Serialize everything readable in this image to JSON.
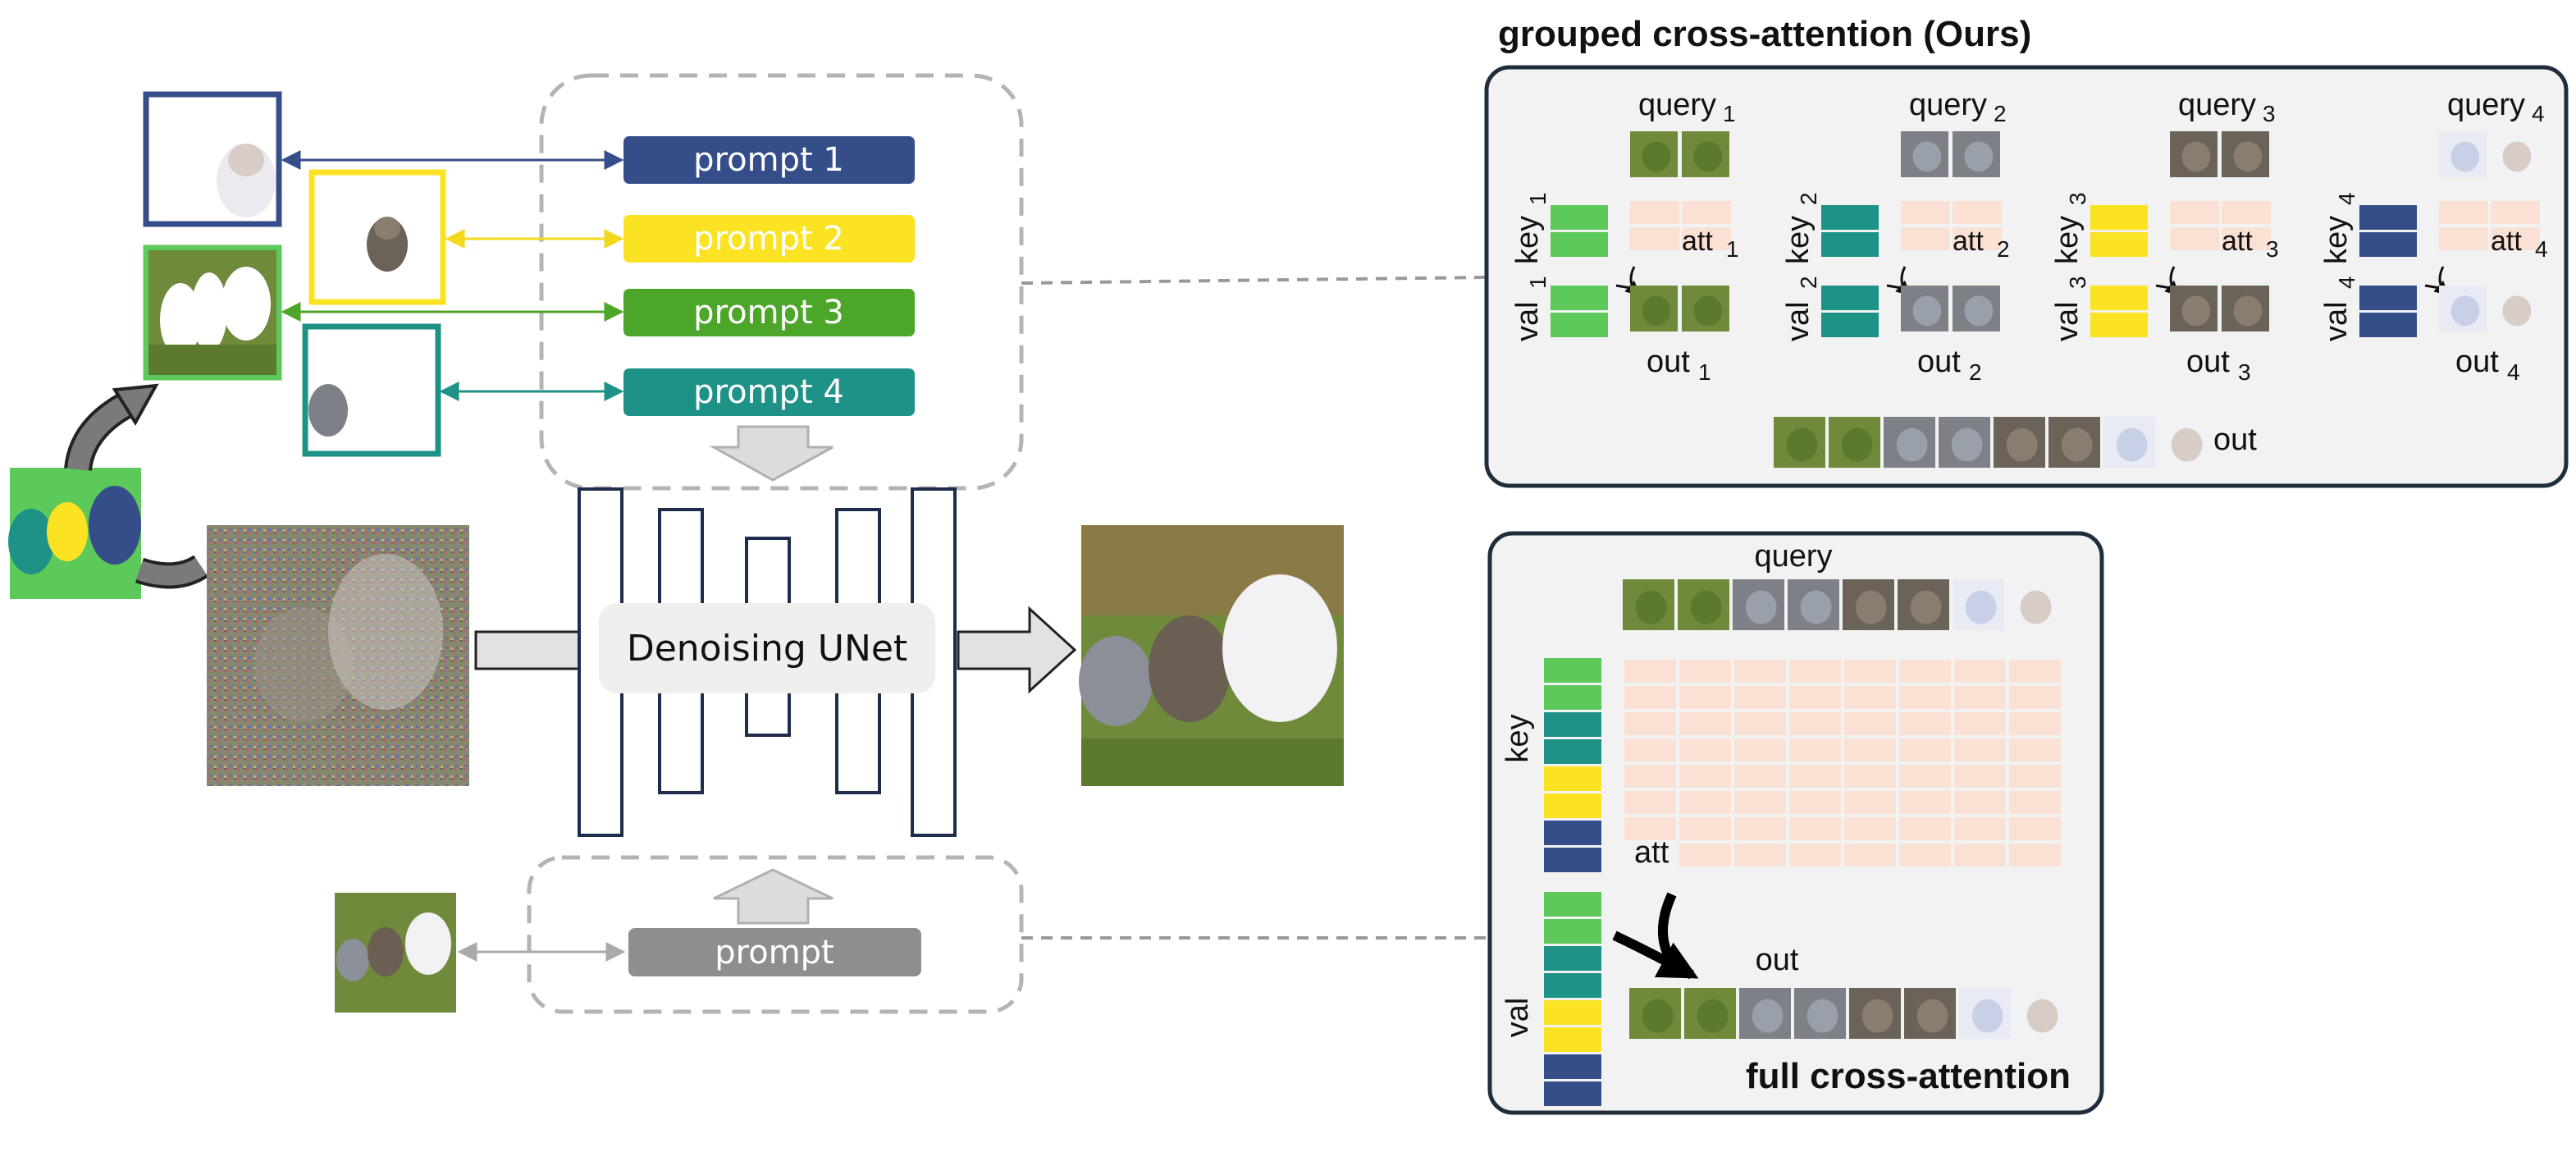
{
  "prompts": [
    {
      "label": "prompt 1",
      "color": "#354e8a"
    },
    {
      "label": "prompt 2",
      "color": "#fbe324"
    },
    {
      "label": "prompt 3",
      "color": "#4ca629"
    },
    {
      "label": "prompt 4",
      "color": "#1f9288"
    }
  ],
  "global_prompt": {
    "label": "prompt",
    "color": "#8e8e8e"
  },
  "unet": {
    "label": "Denoising UNet"
  },
  "grouped": {
    "title": "grouped cross-attention (Ours)",
    "groups": [
      {
        "query": "query",
        "key": "key",
        "val": "val",
        "att": "att",
        "out": "out",
        "sub": "1",
        "color": "#5cc95a"
      },
      {
        "query": "query",
        "key": "key",
        "val": "val",
        "att": "att",
        "out": "out",
        "sub": "2",
        "color": "#1f9288"
      },
      {
        "query": "query",
        "key": "key",
        "val": "val",
        "att": "att",
        "out": "out",
        "sub": "3",
        "color": "#fbe324"
      },
      {
        "query": "query",
        "key": "key",
        "val": "val",
        "att": "att",
        "out": "out",
        "sub": "4",
        "color": "#354e8a"
      }
    ],
    "out_label": "out"
  },
  "full": {
    "title": "full cross-attention",
    "query": "query",
    "key": "key",
    "val": "val",
    "att": "att",
    "out": "out",
    "key_colors": [
      "#5cc95a",
      "#5cc95a",
      "#1f9288",
      "#1f9288",
      "#fbe324",
      "#fbe324",
      "#354e8a",
      "#354e8a"
    ]
  },
  "colors": {
    "att_cell": "#fbe0d4",
    "panel_bg": "#f2f2f2",
    "panel_border": "#1f2d3d",
    "grass": "#6f8a3a"
  }
}
